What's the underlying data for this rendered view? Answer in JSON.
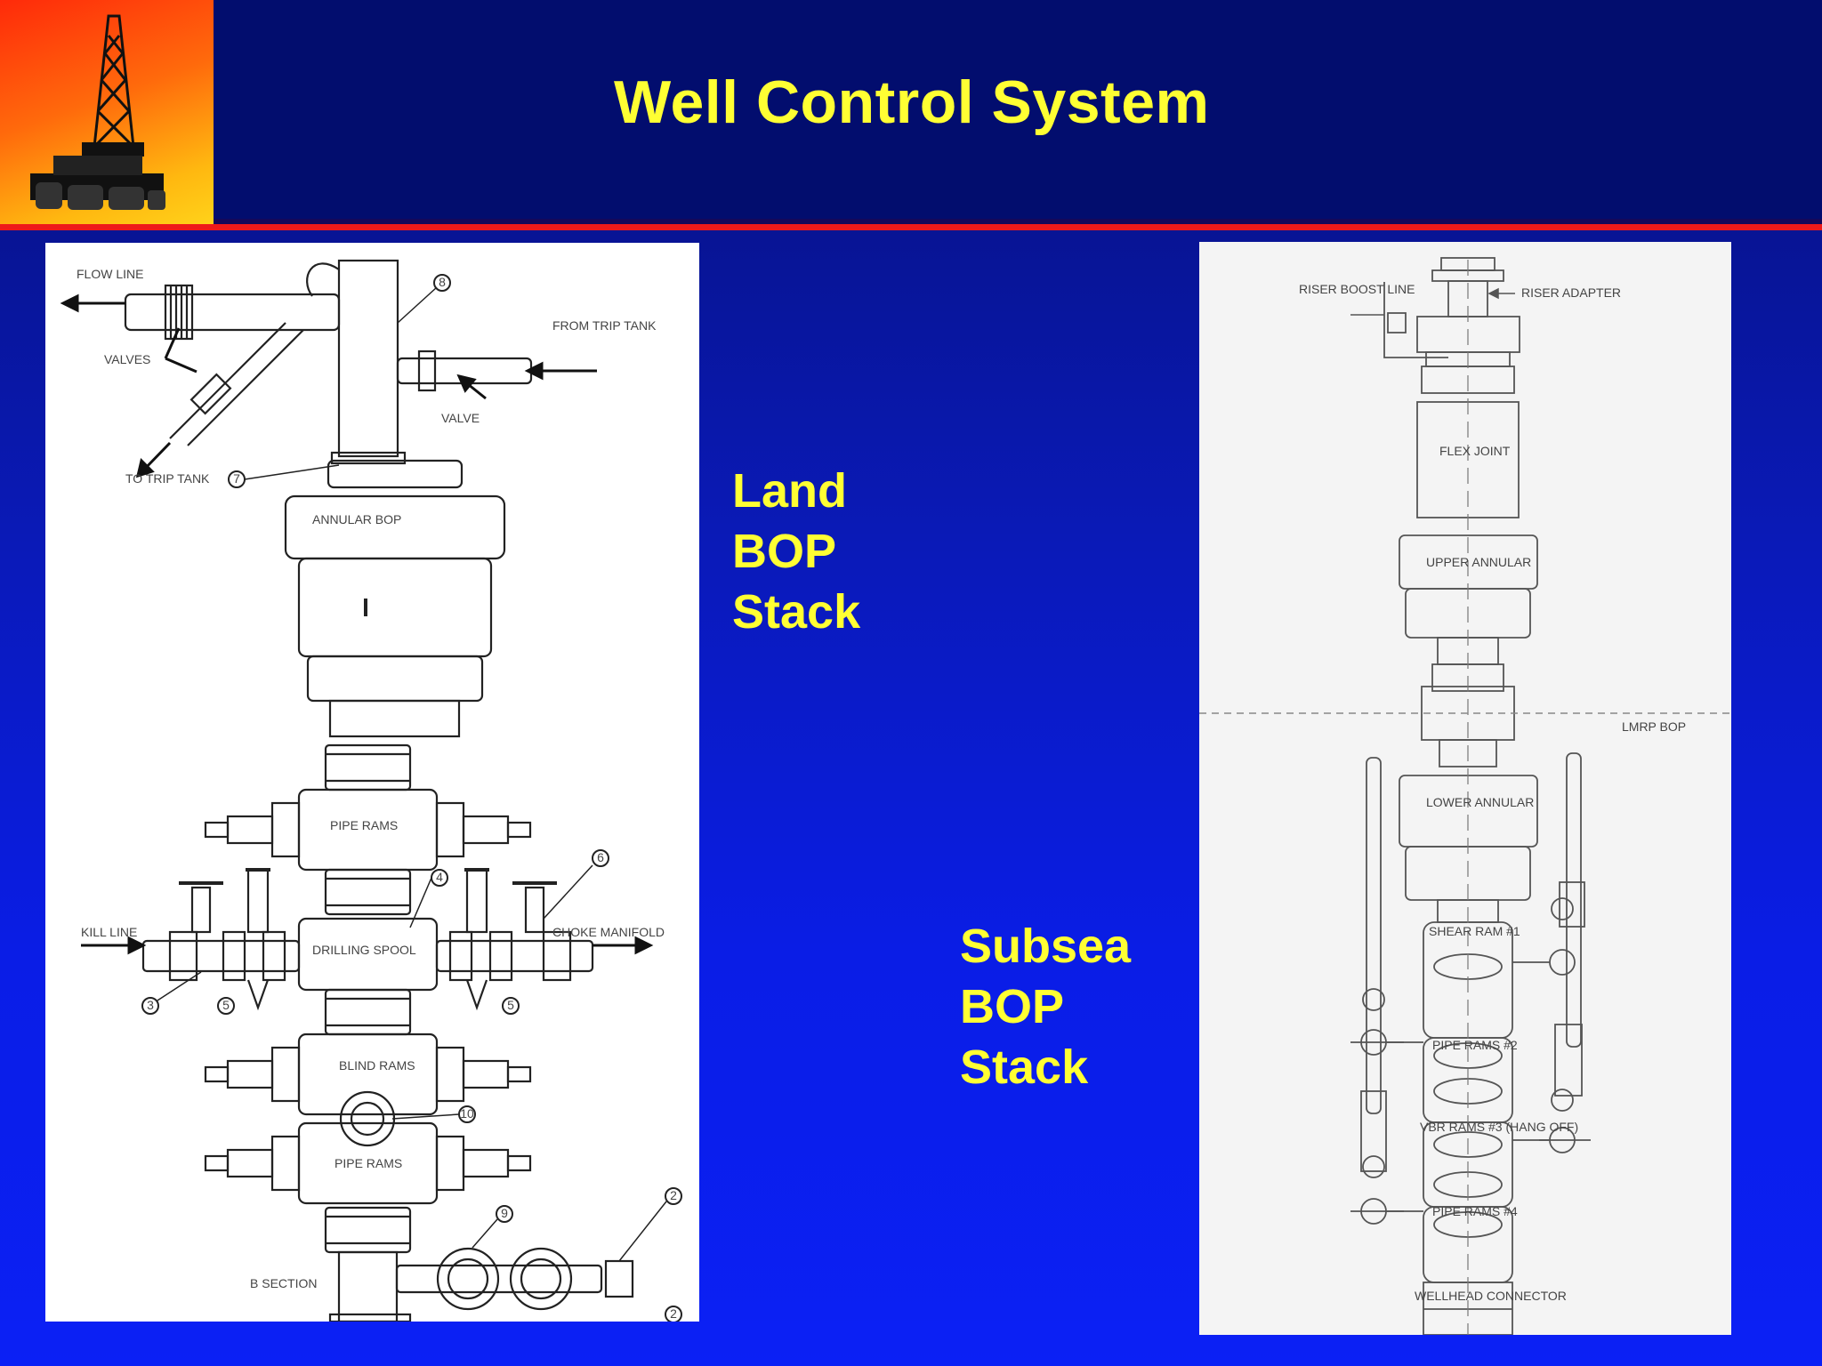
{
  "slide": {
    "title": "Well Control System"
  },
  "colors": {
    "background": "#0a1ab8",
    "title": "#ffff33",
    "rule": "#ee1a1a"
  },
  "land_label": {
    "line1": "Land",
    "line2": "BOP",
    "line3": "Stack"
  },
  "subsea_label": {
    "line1": "Subsea",
    "line2": "BOP",
    "line3": "Stack"
  },
  "land_diagram": {
    "flow_line": "FLOW LINE",
    "valves": "VALVES",
    "to_trip_tank": "TO TRIP TANK",
    "from_trip_tank": "FROM TRIP TANK",
    "valve": "VALVE",
    "annular_bop": "ANNULAR BOP",
    "pipe_rams": "PIPE RAMS",
    "kill_line": "KILL LINE",
    "drilling_spool": "DRILLING SPOOL",
    "choke_manifold": "CHOKE MANIFOLD",
    "blind_rams": "BLIND RAMS",
    "b_section": "B SECTION",
    "callouts": [
      "8",
      "7",
      "4",
      "6",
      "3",
      "5",
      "5",
      "10",
      "9",
      "2",
      "2"
    ]
  },
  "subsea_diagram": {
    "riser_boost_line": "RISER BOOST LINE",
    "riser_adapter": "RISER ADAPTER",
    "flex_joint": "FLEX JOINT",
    "upper_annular": "UPPER ANNULAR",
    "lmrp_bop": "LMRP BOP",
    "lower_annular": "LOWER ANNULAR",
    "shear_rams": "SHEAR RAM #1",
    "pipe_rams_2": "PIPE RAMS #2",
    "vbr_rams": "VBR RAMS #3 (HANG OFF)",
    "pipe_rams_4": "PIPE RAMS #4",
    "wellhead_connector": "WELLHEAD CONNECTOR"
  }
}
